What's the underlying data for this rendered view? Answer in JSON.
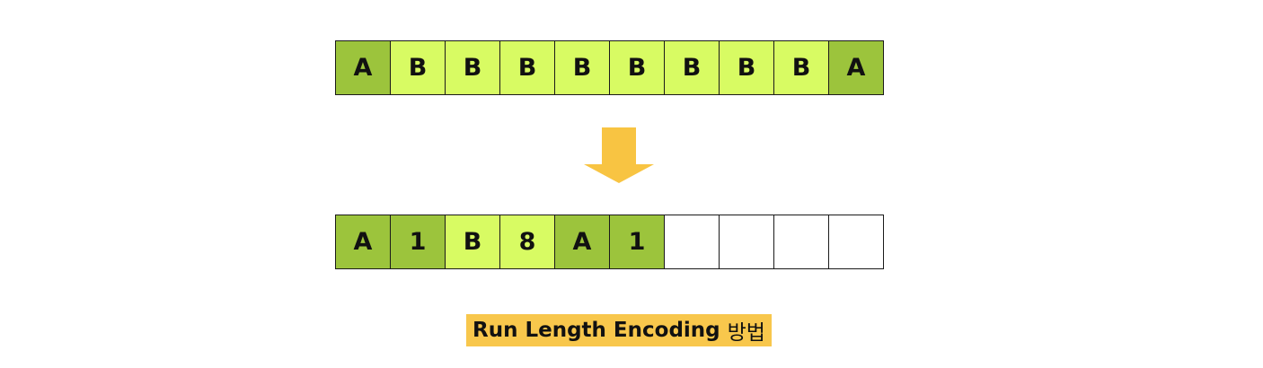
{
  "diagram": {
    "input_row": [
      {
        "label": "A",
        "fill": "dark"
      },
      {
        "label": "B",
        "fill": "light"
      },
      {
        "label": "B",
        "fill": "light"
      },
      {
        "label": "B",
        "fill": "light"
      },
      {
        "label": "B",
        "fill": "light"
      },
      {
        "label": "B",
        "fill": "light"
      },
      {
        "label": "B",
        "fill": "light"
      },
      {
        "label": "B",
        "fill": "light"
      },
      {
        "label": "B",
        "fill": "light"
      },
      {
        "label": "A",
        "fill": "dark"
      }
    ],
    "output_row": [
      {
        "label": "A",
        "fill": "dark"
      },
      {
        "label": "1",
        "fill": "dark"
      },
      {
        "label": "B",
        "fill": "light"
      },
      {
        "label": "8",
        "fill": "light"
      },
      {
        "label": "A",
        "fill": "dark"
      },
      {
        "label": "1",
        "fill": "dark"
      },
      {
        "label": "",
        "fill": "empty"
      },
      {
        "label": "",
        "fill": "empty"
      },
      {
        "label": "",
        "fill": "empty"
      },
      {
        "label": "",
        "fill": "empty"
      }
    ],
    "arrow_icon": "down-arrow-icon",
    "caption": {
      "main": "Run Length Encoding",
      "suffix": "방법"
    },
    "colors": {
      "dark_cell": "#9cc43c",
      "light_cell": "#d8fb63",
      "arrow": "#f8c442",
      "caption_highlight": "#f8c74c"
    }
  }
}
